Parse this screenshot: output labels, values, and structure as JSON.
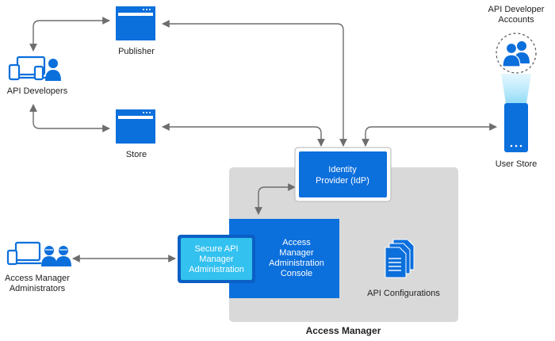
{
  "colors": {
    "primary_blue": "#0b6fdc",
    "dark_blue": "#0a5fc4",
    "light_blue": "#33c1f0",
    "region_gray": "#d9d9d9",
    "connector": "#6d6d6d"
  },
  "icons": {
    "publisher_window": "browser-window-icon",
    "store_window": "browser-window-icon",
    "api_developers": "devices-user-icon",
    "administrators": "devices-users-icon",
    "user_store": "server-icon",
    "developer_accounts": "user-group-icon",
    "api_configurations": "documents-icon"
  },
  "labels": {
    "publisher": "Publisher",
    "store": "Store",
    "api_developers": "API Developers",
    "am_admins_line1": "Access Manager",
    "am_admins_line2": "Administrators",
    "dev_accounts_line1": "API Developer",
    "dev_accounts_line2": "Accounts",
    "user_store": "User Store",
    "idp_line1": "Identity",
    "idp_line2": "Provider (IdP)",
    "secure_line1": "Secure API",
    "secure_line2": "Manager",
    "secure_line3": "Administration",
    "console_line1": "Access",
    "console_line2": "Manager",
    "console_line3": "Administration",
    "console_line4": "Console",
    "api_configurations": "API Configurations",
    "access_manager": "Access Manager"
  }
}
